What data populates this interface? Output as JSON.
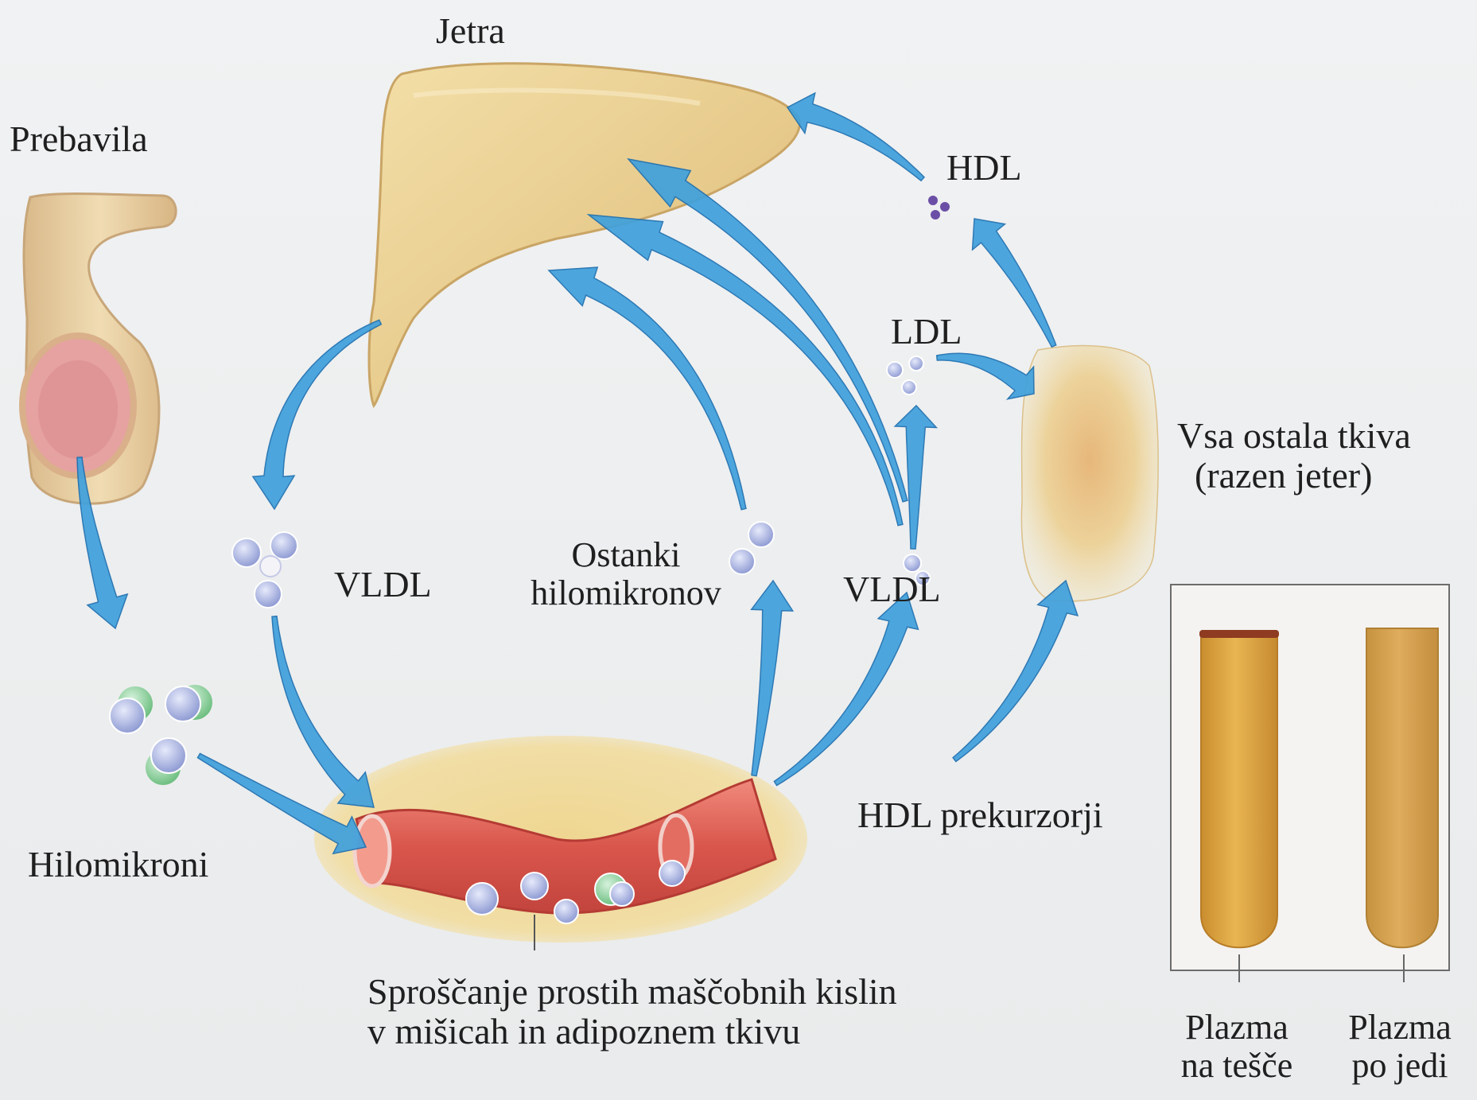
{
  "labels": {
    "liver": "Jetra",
    "digestive": "Prebavila",
    "hdl": "HDL",
    "ldl": "LDL",
    "vldl_left": "VLDL",
    "chylo_remnants_line1": "Ostanki",
    "chylo_remnants_line2": "hilomikronov",
    "vldl_right": "VLDL",
    "other_tissues_line1": "Vsa ostala tkiva",
    "other_tissues_line2": "(razen jeter)",
    "chylomicrons": "Hilomikroni",
    "hdl_precursors": "HDL prekurzorji",
    "ffa_release_line1": "Sproščanje prostih maščobnih kislin",
    "ffa_release_line2": "v mišicah in adipoznem tkivu",
    "plasma_fasting_line1": "Plazma",
    "plasma_fasting_line2": "na tešče",
    "plasma_fed_line1": "Plazma",
    "plasma_fed_line2": "po jedi"
  },
  "colors": {
    "arrow": "#3fa0dc",
    "arrow_edge": "#1e6fb0",
    "liver": "#e6c98a",
    "tissue": "#ead59a",
    "vessel": "#dd5e55",
    "particle": "#a9b4e2",
    "particle_green": "#8ccf9a",
    "hdl_dot": "#6b4fa6",
    "plasma_fasting": "#dba53e",
    "plasma_fed": "#d4a04e"
  },
  "icons": [
    "liver-illustration",
    "intestine-illustration",
    "blood-vessel-illustration",
    "tissue-illustration",
    "lipoprotein-particle",
    "test-tube"
  ]
}
